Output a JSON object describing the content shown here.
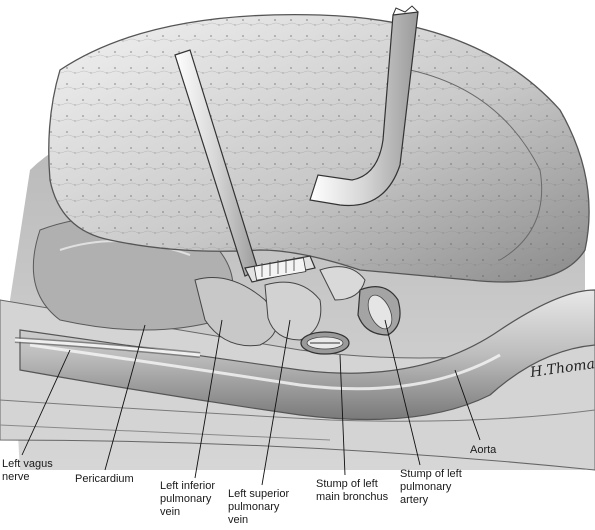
{
  "labels": {
    "left_vagus_nerve": "Left vagus\nnerve",
    "pericardium": "Pericardium",
    "left_inferior_pulmonary_vein": "Left inferior\npulmonary\nvein",
    "left_superior_pulmonary_vein": "Left superior\npulmonary\nvein",
    "stump_left_main_bronchus": "Stump of left\nmain bronchus",
    "stump_left_pulmonary_artery": "Stump of left\npulmonary\nartery",
    "aorta": "Aorta"
  },
  "signature": "H.Thomas"
}
